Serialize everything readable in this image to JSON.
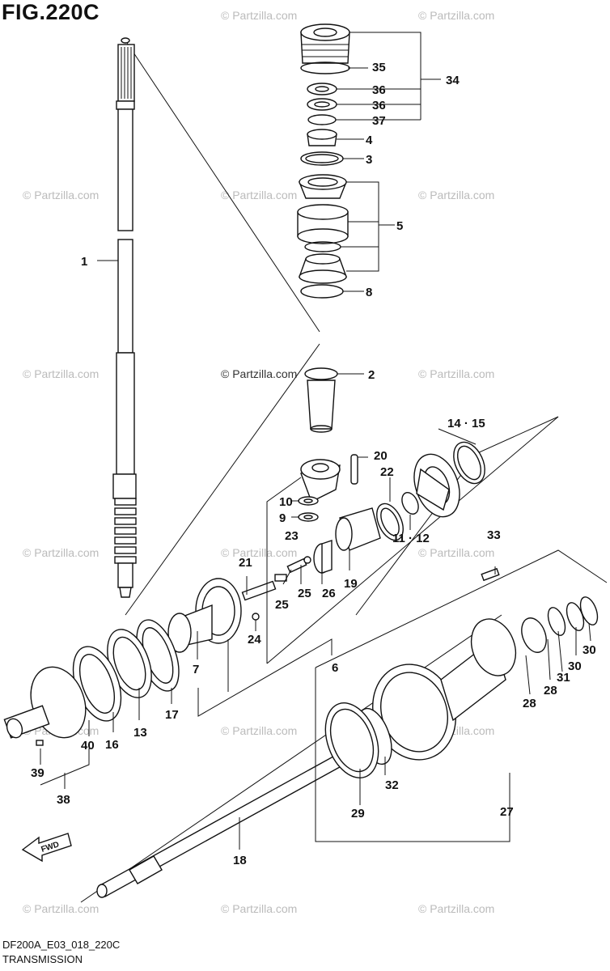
{
  "figure": {
    "title": "FIG.220C",
    "code": "DF200A_E03_018_220C",
    "caption": "TRANSMISSION"
  },
  "watermark": {
    "text": "© Partzilla.com",
    "center_text": "© Partzilla.com"
  },
  "callouts": {
    "c1": "1",
    "c2": "2",
    "c3": "3",
    "c4": "4",
    "c5": "5",
    "c6": "6",
    "c7": "7",
    "c8": "8",
    "c9": "9",
    "c10": "10",
    "c1112": "11 · 12",
    "c13": "13",
    "c1415": "14 · 15",
    "c16": "16",
    "c17": "17",
    "c18": "18",
    "c19": "19",
    "c20": "20",
    "c21": "21",
    "c22": "22",
    "c23": "23",
    "c24": "24",
    "c25a": "25",
    "c25b": "25",
    "c26": "26",
    "c27": "27",
    "c28a": "28",
    "c28b": "28",
    "c29": "29",
    "c30a": "30",
    "c30b": "30",
    "c31": "31",
    "c32": "32",
    "c33": "33",
    "c34": "34",
    "c35": "35",
    "c36a": "36",
    "c36b": "36",
    "c37": "37",
    "c38": "38",
    "c39": "39",
    "c40": "40"
  },
  "fwd_label": "FWD"
}
